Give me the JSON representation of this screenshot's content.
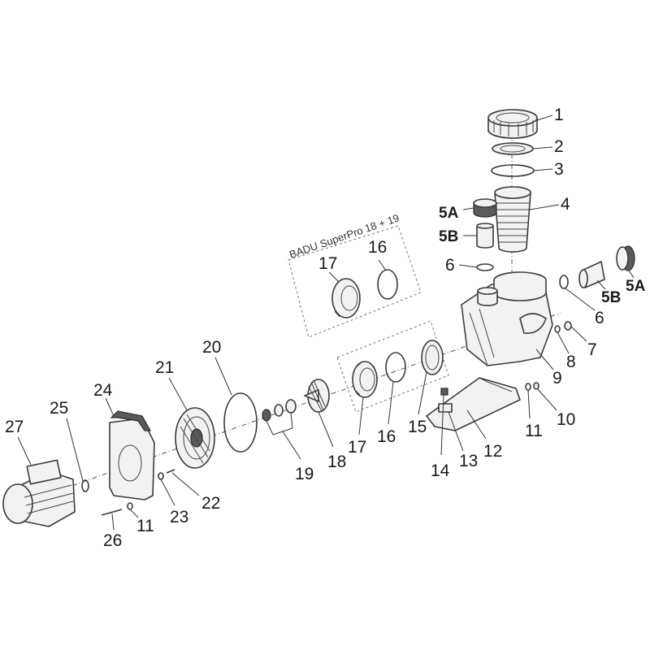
{
  "group_caption": "BADU SuperPro 18 + 19",
  "callouts": {
    "c1": "1",
    "c2": "2",
    "c3": "3",
    "c4": "4",
    "c5a_left": "5A",
    "c5b_left": "5B",
    "c6_left": "6",
    "c5a_right": "5A",
    "c5b_right": "5B",
    "c6_right": "6",
    "c7": "7",
    "c8": "8",
    "c9": "9",
    "c10": "10",
    "c11_right": "11",
    "c12": "12",
    "c13": "13",
    "c14": "14",
    "c15": "15",
    "c16_lower": "16",
    "c17_lower": "17",
    "c16_upper": "16",
    "c17_upper": "17",
    "c18": "18",
    "c19": "19",
    "c20": "20",
    "c21": "21",
    "c22": "22",
    "c23": "23",
    "c24": "24",
    "c25": "25",
    "c26": "26",
    "c11_left": "11",
    "c27": "27"
  }
}
